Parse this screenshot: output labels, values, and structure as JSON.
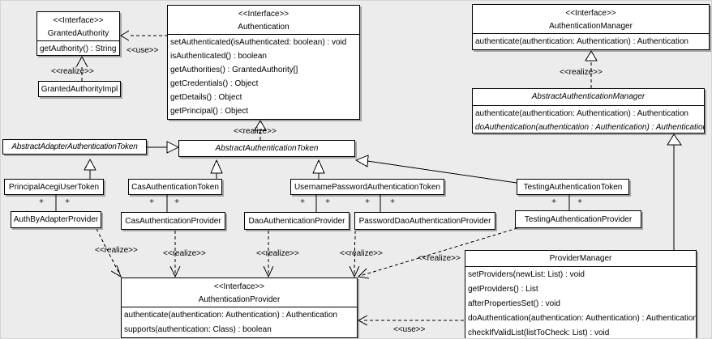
{
  "labels": {
    "use": "<<use>>",
    "realize": "<<realize>>",
    "plus": "+"
  },
  "classes": {
    "granted_authority": {
      "stereotype": "<<Interface>>",
      "name": "GrantedAuthority",
      "methods": [
        "getAuthority() : String"
      ]
    },
    "granted_authority_impl": {
      "name": "GrantedAuthorityImpl"
    },
    "authentication": {
      "stereotype": "<<Interface>>",
      "name": "Authentication",
      "methods": [
        "setAuthenticated(isAuthenticated: boolean) : void",
        "isAuthenticated() : boolean",
        "getAuthorities() : GrantedAuthority[]",
        "getCredentials() : Object",
        "getDetails() : Object",
        "getPrincipal() : Object"
      ]
    },
    "authentication_manager": {
      "stereotype": "<<Interface>>",
      "name": "AuthenticationManager",
      "methods": [
        "authenticate(authentication: Authentication) : Authentication"
      ]
    },
    "abstract_authentication_manager": {
      "name": "AbstractAuthenticationManager",
      "methods": [
        "authenticate(authentication: Authentication) : Authentication",
        "doAuthentication(authentication : Authentication) : Authentication"
      ]
    },
    "abstract_adapter_authentication_token": {
      "name": "AbstractAdapterAuthenticationToken"
    },
    "abstract_authentication_token": {
      "name": "AbstractAuthenticationToken"
    },
    "principal_acegi_user_token": {
      "name": "PrincipalAcegiUserToken"
    },
    "cas_authentication_token": {
      "name": "CasAuthenticationToken"
    },
    "username_password_authentication_token": {
      "name": "UsernamePasswordAuthenticationToken"
    },
    "testing_authentication_token": {
      "name": "TestingAuthenticationToken"
    },
    "auth_by_adapter_provider": {
      "name": "AuthByAdapterProvider"
    },
    "cas_authentication_provider": {
      "name": "CasAuthenticationProvider"
    },
    "dao_authentication_provider": {
      "name": "DaoAuthenticationProvider"
    },
    "password_dao_authentication_provider": {
      "name": "PasswordDaoAuthenticationProvider"
    },
    "testing_authentication_provider": {
      "name": "TestingAuthenticationProvider"
    },
    "authentication_provider": {
      "stereotype": "<<Interface>>",
      "name": "AuthenticationProvider",
      "methods": [
        "authenticate(authentication: Authentication) : Authentication",
        "supports(authentication: Class) : boolean"
      ]
    },
    "provider_manager": {
      "name": "ProviderManager",
      "methods": [
        "setProviders(newList: List) : void",
        "getProviders() : List",
        "afterPropertiesSet() : void",
        "doAuthentication(authentication: Authentication) : Authentication",
        "checkIfValidList(listToCheck: List) : void"
      ]
    }
  },
  "relationships": [
    {
      "from": "Authentication",
      "to": "GrantedAuthority",
      "type": "dependency",
      "label": "<<use>>"
    },
    {
      "from": "GrantedAuthorityImpl",
      "to": "GrantedAuthority",
      "type": "realize",
      "label": "<<realize>>"
    },
    {
      "from": "AbstractAuthenticationToken",
      "to": "Authentication",
      "type": "realize",
      "label": "<<realize>>"
    },
    {
      "from": "AbstractAuthenticationManager",
      "to": "AuthenticationManager",
      "type": "realize",
      "label": "<<realize>>"
    },
    {
      "from": "AbstractAdapterAuthenticationToken",
      "to": "AbstractAuthenticationToken",
      "type": "generalization"
    },
    {
      "from": "PrincipalAcegiUserToken",
      "to": "AbstractAdapterAuthenticationToken",
      "type": "generalization"
    },
    {
      "from": "CasAuthenticationToken",
      "to": "AbstractAuthenticationToken",
      "type": "generalization"
    },
    {
      "from": "UsernamePasswordAuthenticationToken",
      "to": "AbstractAuthenticationToken",
      "type": "generalization"
    },
    {
      "from": "TestingAuthenticationToken",
      "to": "AbstractAuthenticationToken",
      "type": "generalization"
    },
    {
      "from": "PrincipalAcegiUserToken",
      "to": "AuthByAdapterProvider",
      "type": "association",
      "multiplicity": "+ +"
    },
    {
      "from": "CasAuthenticationToken",
      "to": "CasAuthenticationProvider",
      "type": "association",
      "multiplicity": "+ +"
    },
    {
      "from": "UsernamePasswordAuthenticationToken",
      "to": "DaoAuthenticationProvider",
      "type": "association",
      "multiplicity": "+ +"
    },
    {
      "from": "UsernamePasswordAuthenticationToken",
      "to": "PasswordDaoAuthenticationProvider",
      "type": "association",
      "multiplicity": "+ +"
    },
    {
      "from": "TestingAuthenticationToken",
      "to": "TestingAuthenticationProvider",
      "type": "association",
      "multiplicity": "+ +"
    },
    {
      "from": "AuthByAdapterProvider",
      "to": "AuthenticationProvider",
      "type": "realize",
      "label": "<<realize>>"
    },
    {
      "from": "CasAuthenticationProvider",
      "to": "AuthenticationProvider",
      "type": "realize",
      "label": "<<realize>>"
    },
    {
      "from": "DaoAuthenticationProvider",
      "to": "AuthenticationProvider",
      "type": "realize",
      "label": "<<realize>>"
    },
    {
      "from": "PasswordDaoAuthenticationProvider",
      "to": "AuthenticationProvider",
      "type": "realize",
      "label": "<<realize>>"
    },
    {
      "from": "TestingAuthenticationProvider",
      "to": "AuthenticationProvider",
      "type": "realize",
      "label": "<<realize>>"
    },
    {
      "from": "ProviderManager",
      "to": "AbstractAuthenticationManager",
      "type": "generalization"
    },
    {
      "from": "ProviderManager",
      "to": "AuthenticationProvider",
      "type": "dependency",
      "label": "<<use>>"
    }
  ]
}
